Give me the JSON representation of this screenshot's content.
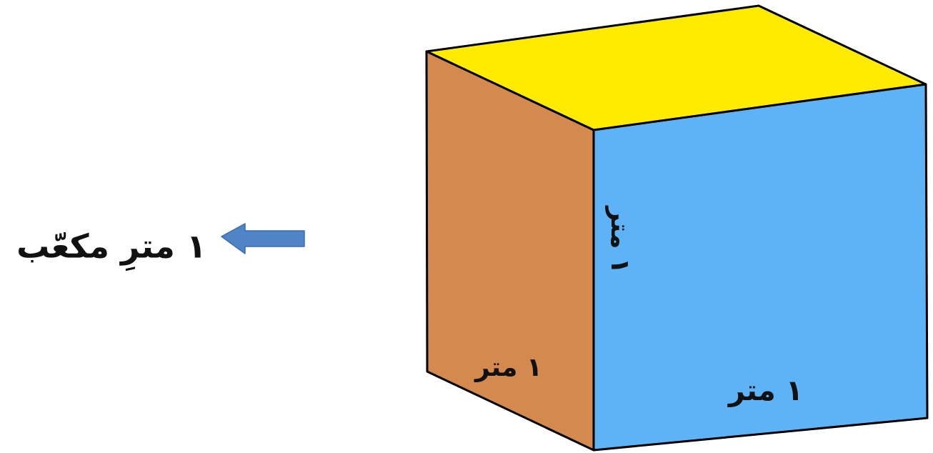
{
  "caption": "١ مترِ مكعّب",
  "edges": {
    "bottom_front": "١ متر",
    "bottom_side": "١ متر",
    "vertical": "١ متر"
  },
  "colors": {
    "top_face": "#FFEB00",
    "side_face": "#D4894F",
    "front_face": "#5EB2F6",
    "arrow": "#4F85C6"
  }
}
